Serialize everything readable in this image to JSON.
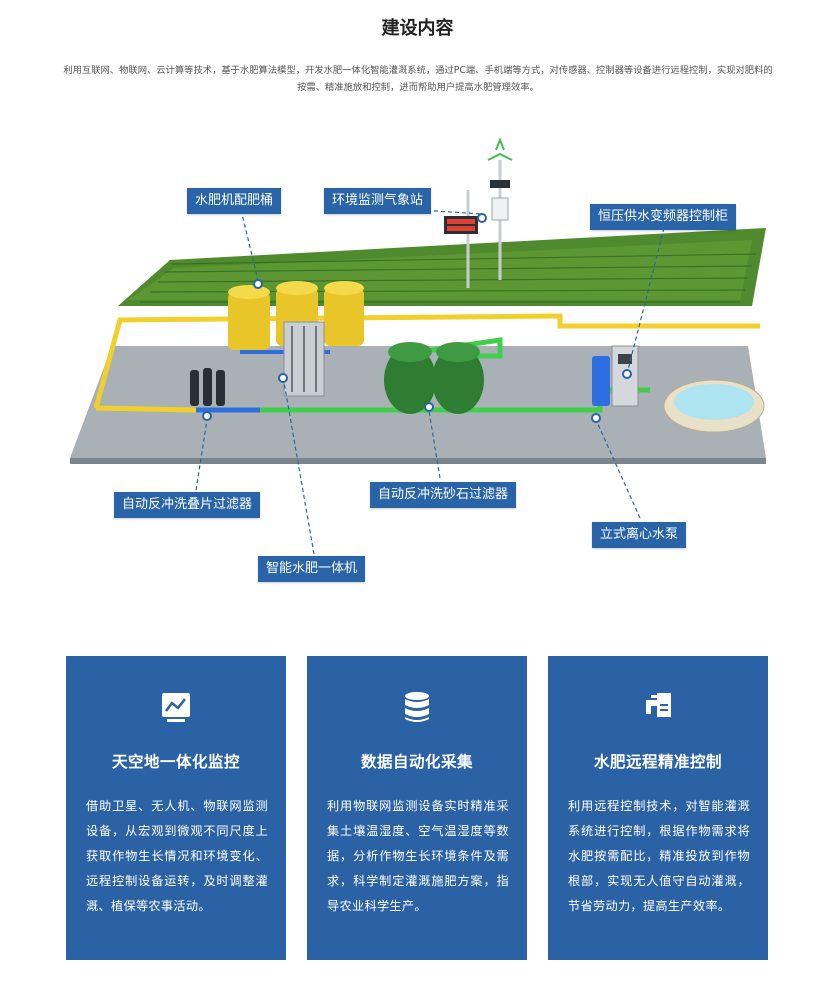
{
  "page": {
    "title": "建设内容",
    "intro": "利用互联网、物联网、云计算等技术，基于水肥算法模型，开发水肥一体化智能灌溉系统，通过PC端、手机端等方式，对传感器、控制器等设备进行远程控制，实现对肥料的按需、精准施放和控制，进而帮助用户提高水肥管理效率。"
  },
  "diagram": {
    "labels": {
      "fert_bucket": "水肥机配肥桶",
      "weather_station": "环境监测气象站",
      "vfd_cabinet": "恒压供水变频器控制柜",
      "disc_filter": "自动反冲洗叠片过滤器",
      "sand_filter": "自动反冲洗砂石过滤器",
      "pump": "立式离心水泵",
      "smart_machine": "智能水肥一体机"
    }
  },
  "cards": [
    {
      "icon": "chart-monitor-icon",
      "title": "天空地一体化监控",
      "text": "借助卫星、无人机、物联网监测设备，从宏观到微观不同尺度上获取作物生长情况和环境变化、远程控制设备运转，及时调整灌溉、植保等农事活动。"
    },
    {
      "icon": "database-icon",
      "title": "数据自动化采集",
      "text": "利用物联网监测设备实时精准采集土壤温湿度、空气温湿度等数据，分析作物生长环境条件及需求，科学制定灌溉施肥方案，指导农业科学生产。"
    },
    {
      "icon": "faucet-control-icon",
      "title": "水肥远程精准控制",
      "text": "利用远程控制技术，对智能灌溉系统进行控制，根据作物需求将水肥按需配比，精准投放到作物根部，实现无人值守自动灌溉，节省劳动力，提高生产效率。"
    }
  ],
  "colors": {
    "label_bg": "#2a64a8",
    "card_bg": "#2b62a6",
    "pipe_yellow": "#f2d02c",
    "pipe_green": "#3fcf4a",
    "pipe_blue": "#2d6fe0",
    "field_green": "#4f8a2e",
    "floor_gray": "#a6adb3"
  }
}
